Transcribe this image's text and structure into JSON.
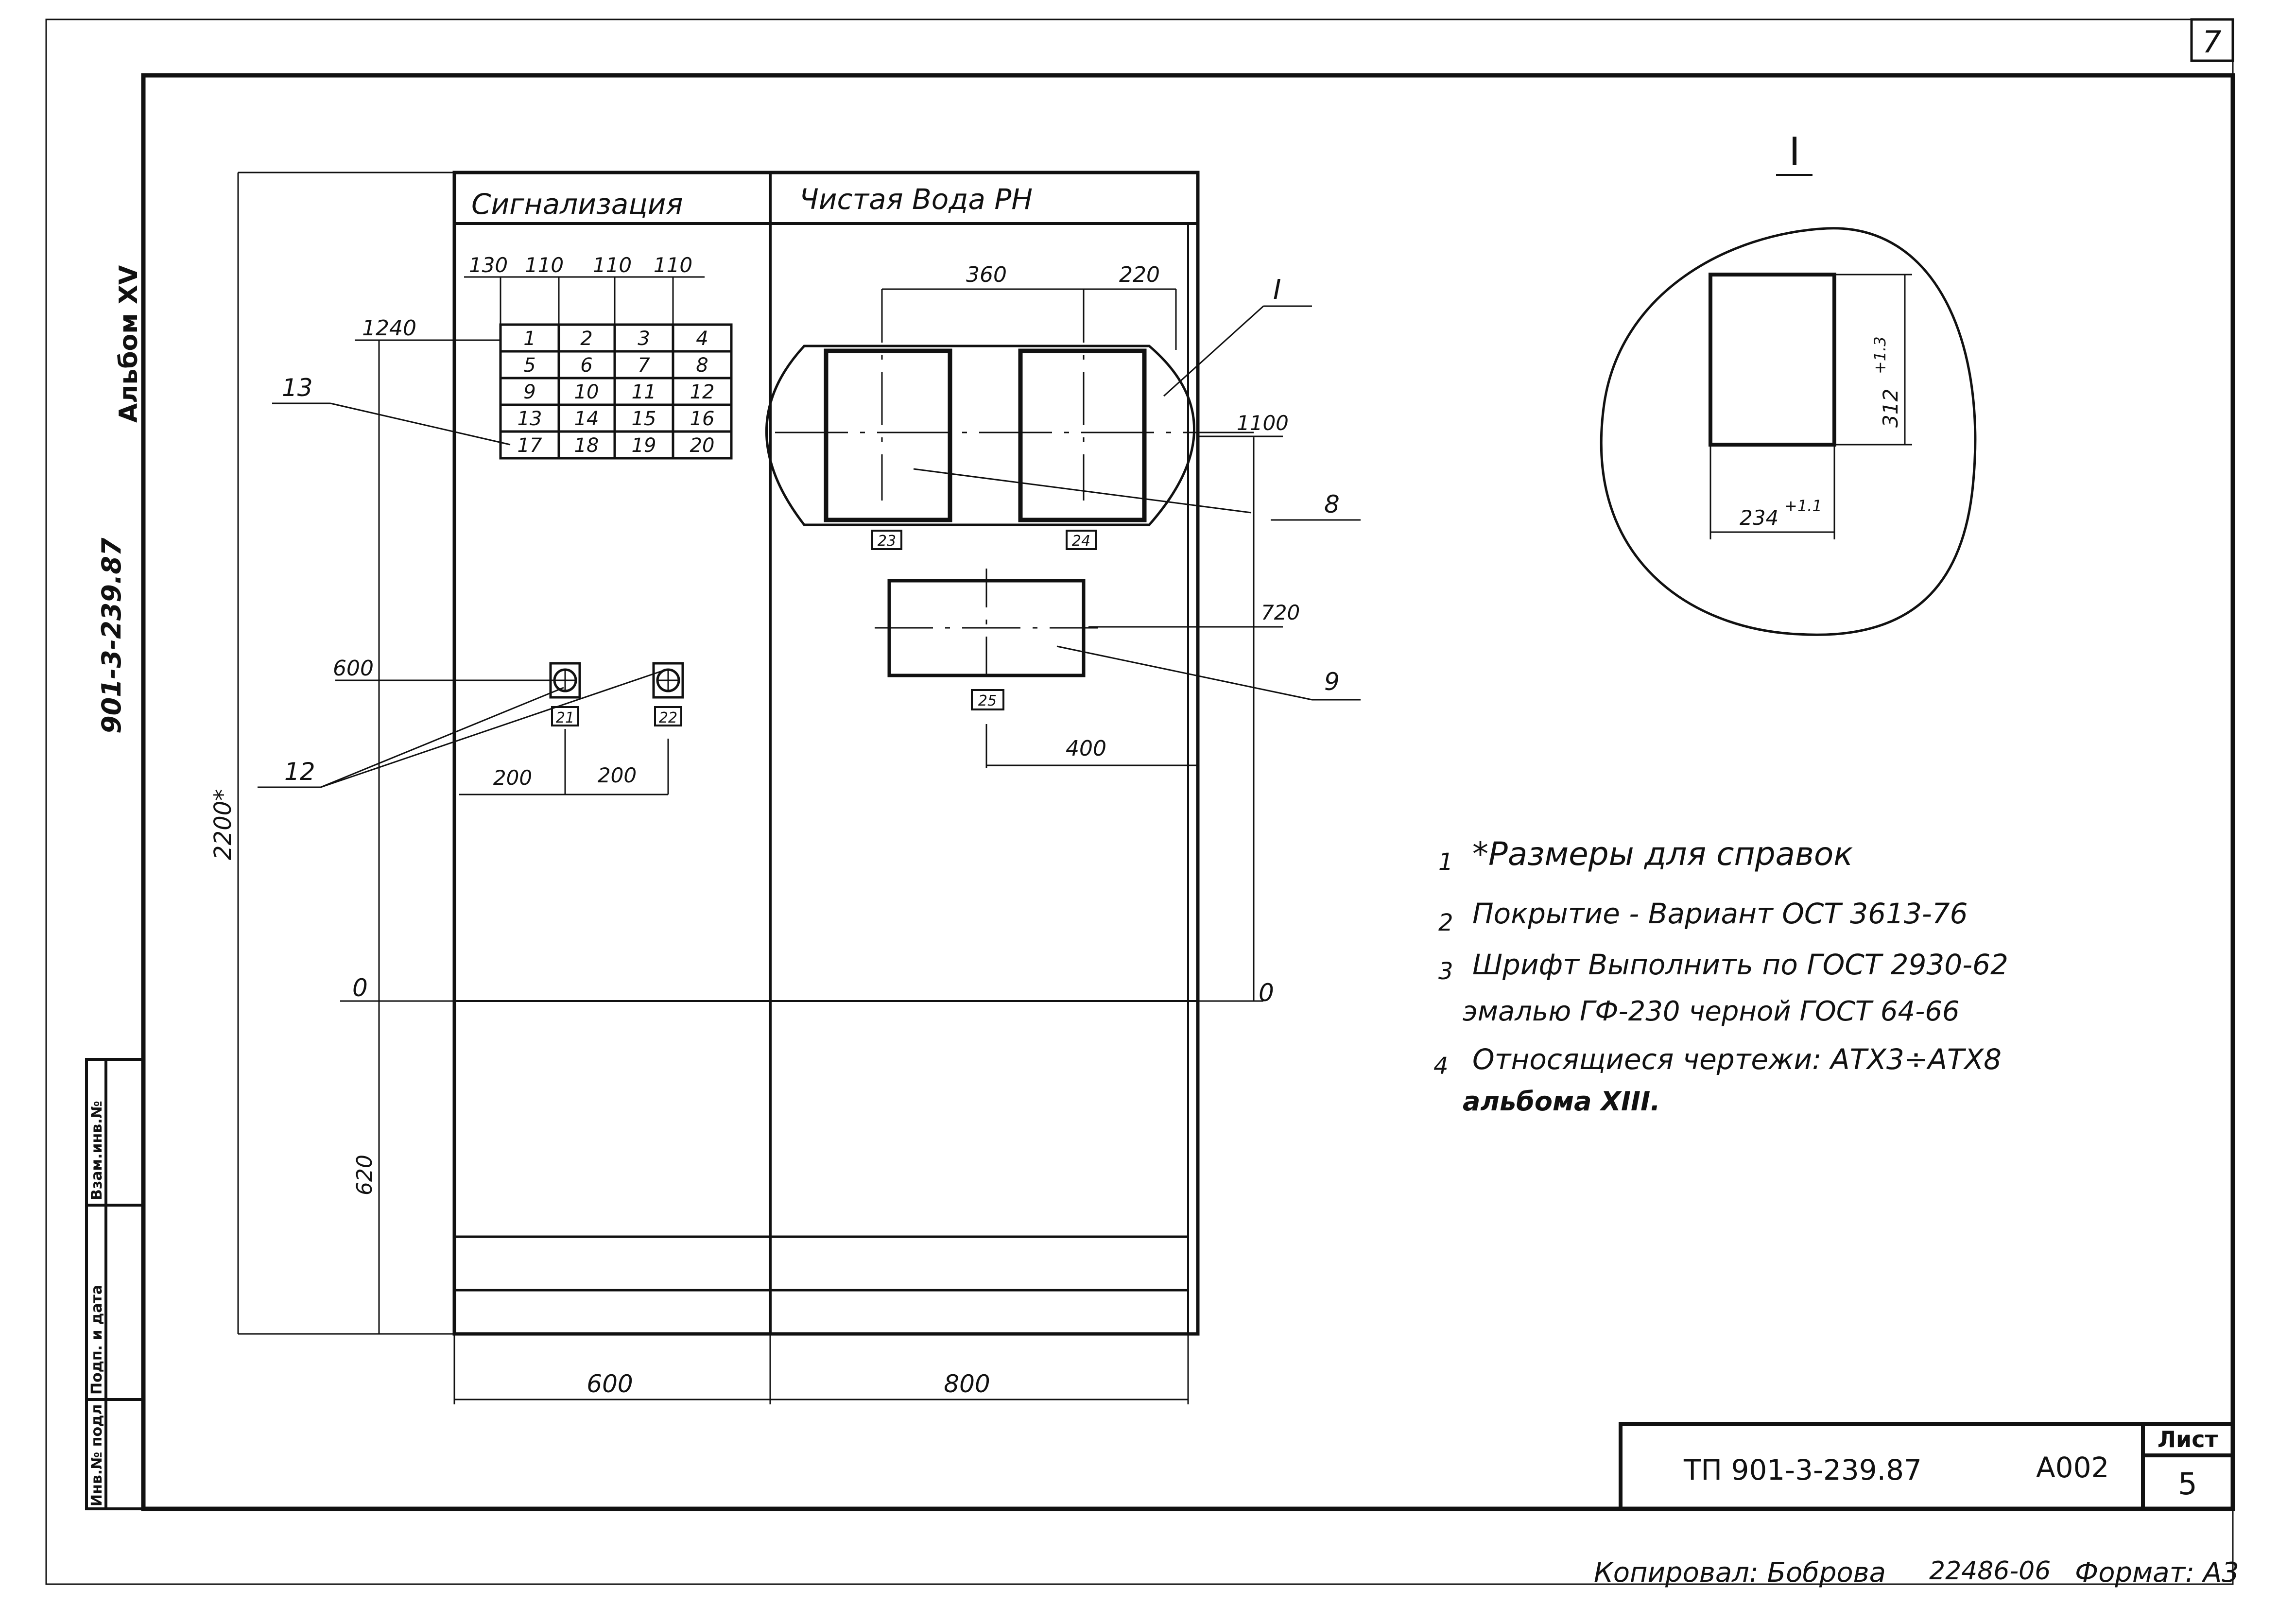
{
  "sheet_corner_number": "7",
  "side_left": {
    "album": "Альбом XV",
    "doc_code": "901-3-239.87"
  },
  "stamp_cells": [
    "Инв.№ подл",
    "Подп. и дата",
    "Взам.инв.№"
  ],
  "panel": {
    "header_left": "Сигнализация",
    "header_right": "Чистая Вода РН",
    "grid_spacing": [
      "130",
      "110",
      "110",
      "110"
    ],
    "grid_cells": [
      [
        "1",
        "2",
        "3",
        "4"
      ],
      [
        "5",
        "6",
        "7",
        "8"
      ],
      [
        "9",
        "10",
        "11",
        "12"
      ],
      [
        "13",
        "14",
        "15",
        "16"
      ],
      [
        "17",
        "18",
        "19",
        "20"
      ]
    ],
    "tags": {
      "t21": "21",
      "t22": "22",
      "t23": "23",
      "t24": "24",
      "t25": "25"
    },
    "dims": {
      "h1240": "1240",
      "h600": "600",
      "total": "2200*",
      "zero_left": "0",
      "zero_right": "0",
      "h620": "620",
      "w200a": "200",
      "w200b": "200",
      "w360": "360",
      "w220": "220",
      "h1100": "1100",
      "h720": "720",
      "w400": "400",
      "w600": "600",
      "w800": "800"
    },
    "callouts": {
      "c13": "13",
      "c12": "12",
      "c8": "8",
      "c9": "9",
      "cI": "I"
    }
  },
  "detail": {
    "title": "I",
    "height_dim": "312",
    "height_tol": "+1.3",
    "width_dim": "234",
    "width_tol": "+1.1"
  },
  "notes": [
    {
      "num": "1",
      "text": "*Размеры для справок"
    },
    {
      "num": "2",
      "text": "Покрытие - Вариант ОСТ 3613-76"
    },
    {
      "num": "3",
      "text": "Шрифт Выполнить по ГОСТ 2930-62"
    },
    {
      "num": "",
      "text": "эмалью ГФ-230 черной ГОСТ 64-66"
    },
    {
      "num": "4",
      "text": "Относящиеся чертежи: АТХ3÷АТХ8"
    },
    {
      "num": "",
      "text": "альбома XIII."
    }
  ],
  "title_block": {
    "project": "ТП 901-3-239.87",
    "code": "А002",
    "sheet_label": "Лист",
    "sheet_number": "5"
  },
  "footer": {
    "copied": "Копировал: Боброва",
    "order": "22486-06",
    "format": "Формат: А3"
  }
}
